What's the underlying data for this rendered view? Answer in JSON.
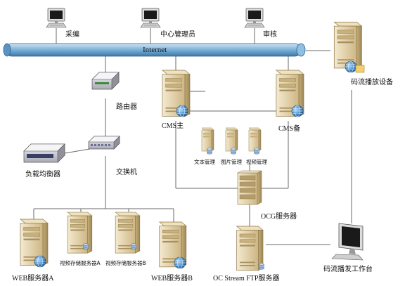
{
  "diagram": {
    "nodes": {
      "pc_caibian": {
        "label": "采编",
        "icon": "computer-icon"
      },
      "pc_center": {
        "label": "中心管理员",
        "icon": "computer-icon"
      },
      "pc_shenhe": {
        "label": "审核",
        "icon": "computer-icon"
      },
      "internet": {
        "label": "Internet",
        "icon": "network-bus"
      },
      "stream_play": {
        "label": "码流播放设备",
        "icon": "server-icon"
      },
      "router": {
        "label": "路由器",
        "icon": "router-icon"
      },
      "cms_main": {
        "label": "CMS主",
        "icon": "server-icon"
      },
      "cms_backup": {
        "label": "CMS备",
        "icon": "server-icon"
      },
      "text_mgmt": {
        "label": "文本管理",
        "icon": "server-icon"
      },
      "image_mgmt": {
        "label": "图片管理",
        "icon": "server-icon"
      },
      "video_mgmt": {
        "label": "视频管理",
        "icon": "server-icon"
      },
      "load_balancer": {
        "label": "负载均衡器",
        "icon": "appliance-icon"
      },
      "switch": {
        "label": "交换机",
        "icon": "switch-icon"
      },
      "ocg": {
        "label": "OCG服务器",
        "icon": "server-rack-icon"
      },
      "web_a": {
        "label": "WEB服务器A",
        "icon": "server-icon"
      },
      "video_store_a": {
        "label": "视频存储服务器A",
        "icon": "server-icon"
      },
      "video_store_b": {
        "label": "视频存储服务器B",
        "icon": "server-icon"
      },
      "web_b": {
        "label": "WEB服务器B",
        "icon": "server-icon"
      },
      "oc_stream": {
        "label": "OC Stream FTP服务器",
        "icon": "server-icon"
      },
      "workstation": {
        "label": "码流播发工作台",
        "icon": "monitor-icon"
      }
    },
    "colors": {
      "bus": "#7ab0d8",
      "bus_dark": "#3c79aa",
      "line": "#6a6a6a",
      "server_body": "#e8d8b0",
      "server_dark": "#b7a070",
      "globe": "#2f7fc0"
    }
  }
}
